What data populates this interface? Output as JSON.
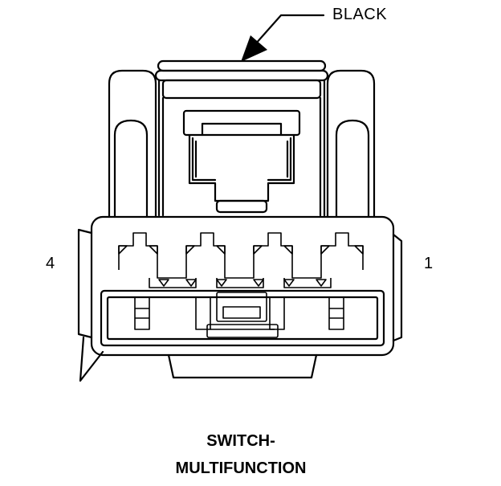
{
  "diagram": {
    "callout_label": "BLACK",
    "pin_left": "4",
    "pin_right": "1",
    "title_line1": "SWITCH-",
    "title_line2": "MULTIFUNCTION"
  },
  "colors": {
    "line": "#000000",
    "background": "#ffffff"
  }
}
